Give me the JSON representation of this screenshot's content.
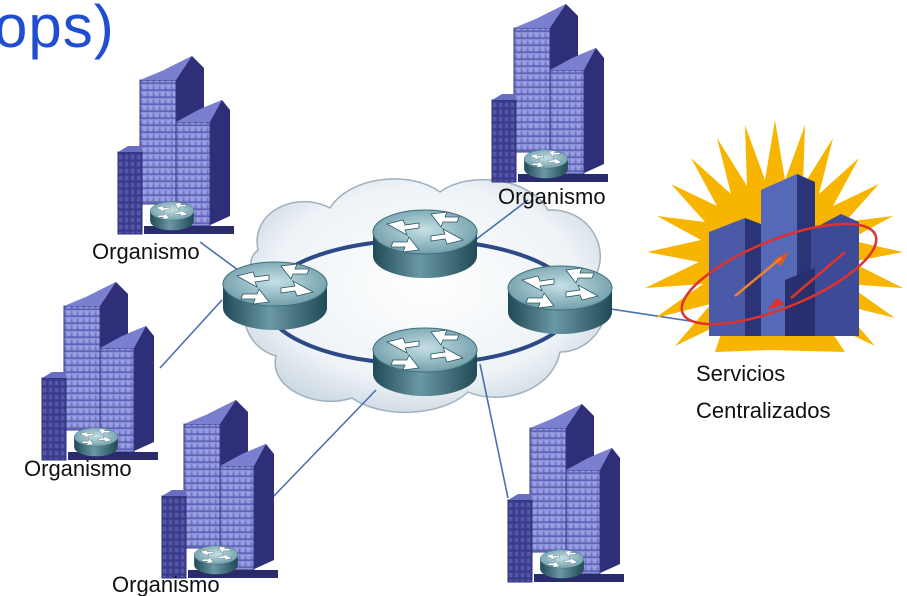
{
  "title": "ops)",
  "labels": {
    "org_top_left": "Organismo",
    "org_top_right": "Organismo",
    "org_mid_left": "Organismo",
    "org_bottom_left": "Organismo",
    "services_line1": "Servicios",
    "services_line2": "Centralizados"
  },
  "colors": {
    "title": "#1f4fd0",
    "building_front": "#6b70c4",
    "building_side": "#2e2f78",
    "router_top": "#9fc4cd",
    "router_side": "#2f5f6c",
    "link": "#4a6fb0",
    "ring": "#2e4a86",
    "burst": "#f7b500"
  },
  "icons": [
    "building-icon",
    "router-icon",
    "cloud-icon",
    "central-services-icon"
  ]
}
